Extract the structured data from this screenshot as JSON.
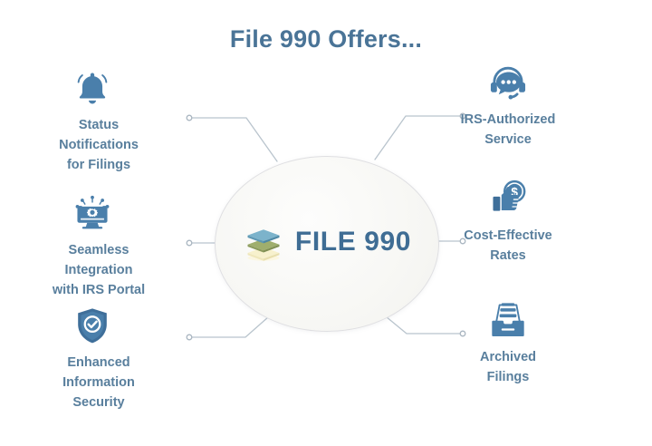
{
  "page": {
    "title": "File 990 Offers...",
    "background_color": "#ffffff"
  },
  "colors": {
    "title_text": "#4a7497",
    "label_text": "#597f9d",
    "icon_blue": "#4a7fab",
    "icon_blue_dark": "#3c6a92",
    "hub_text": "#3f6d94",
    "hub_fill": "#f7f7f4",
    "hub_border": "#dfdfe2",
    "connector": "#b9c4cd",
    "logo_top": "#6fa8c4",
    "logo_middle": "#9aa86a",
    "logo_bottom": "#f5efcf"
  },
  "hub": {
    "name": "FILE 990",
    "logo_icon": "stacked-layers-logo-icon"
  },
  "features": [
    {
      "id": "status",
      "side": "left",
      "icon": "bell-notification-icon",
      "label": "Status\nNotifications\nfor Filings"
    },
    {
      "id": "integration",
      "side": "left",
      "icon": "monitor-gear-network-icon",
      "label": "Seamless\nIntegration\nwith IRS Portal"
    },
    {
      "id": "security",
      "side": "left",
      "icon": "shield-check-icon",
      "label": "Enhanced\nInformation\nSecurity"
    },
    {
      "id": "irs",
      "side": "right",
      "icon": "headset-chat-icon",
      "label": "IRS-Authorized\nService"
    },
    {
      "id": "cost",
      "side": "right",
      "icon": "thumbs-up-dollar-coin-icon",
      "label": "Cost-Effective\nRates"
    },
    {
      "id": "archived",
      "side": "right",
      "icon": "file-archive-box-icon",
      "label": "Archived\nFilings"
    }
  ]
}
